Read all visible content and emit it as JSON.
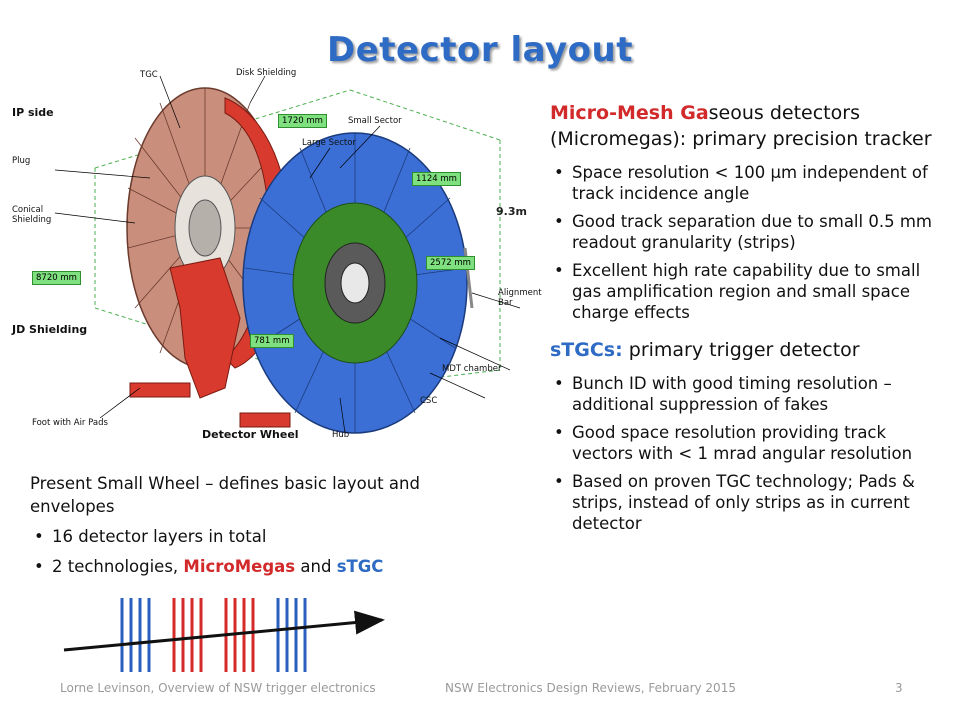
{
  "title": "Detector layout",
  "diagram": {
    "labels": {
      "tgc": "TGC",
      "disk_shielding": "Disk Shielding",
      "ip_side": "IP side",
      "plug": "Plug",
      "small_sector": "Small Sector",
      "large_sector": "Large Sector",
      "conical_shielding_1": "Conical",
      "conical_shielding_2": "Shielding",
      "jd_shielding": "JD Shielding",
      "alignment_bar_1": "Alignment",
      "alignment_bar_2": "Bar",
      "mdt_chamber": "MDT chamber",
      "csc": "CSC",
      "foot": "Foot with Air Pads",
      "detector_wheel": "Detector Wheel",
      "hub": "Hub"
    },
    "dimensions": {
      "d1720": "1720 mm",
      "d1124": "1124 mm",
      "d2572": "2572 mm",
      "d8720": "8720 mm",
      "d781": "781 mm"
    },
    "height_label": "9.3m"
  },
  "micromegas": {
    "head_red": "Micro-Mesh Ga",
    "head_rest": "seous detectors (Micromegas): primary precision tracker",
    "bullets": [
      "Space resolution < 100 µm independent of track incidence angle",
      "Good track separation due to small 0.5 mm readout granularity (strips)",
      "Excellent high rate capability due to small gas amplification region and small space charge effects"
    ]
  },
  "stgc": {
    "head_blue": "sTGCs:",
    "head_rest": " primary trigger detector",
    "bullets": [
      "Bunch ID with good timing resolution – additional suppression of fakes",
      "Good space resolution providing track vectors with < 1 mrad angular resolution",
      "Based on proven TGC technology; Pads & strips, instead of only strips as in current detector"
    ]
  },
  "small_wheel": {
    "intro": "Present Small Wheel – defines basic layout and envelopes",
    "bullet1": "16 detector layers in total",
    "bullet2_prefix": "2 technologies, ",
    "bullet2_mm": "MicroMegas",
    "bullet2_and": " and ",
    "bullet2_stgc": "sTGC"
  },
  "layers": {
    "colors": [
      "blue",
      "blue",
      "blue",
      "blue",
      "red",
      "red",
      "red",
      "red",
      "red",
      "red",
      "red",
      "red",
      "blue",
      "blue",
      "blue",
      "blue"
    ],
    "blue": "#2a5fc0",
    "red": "#d42a2a"
  },
  "footer": {
    "left": "Lorne Levinson, Overview of NSW trigger electronics",
    "center": "NSW Electronics Design Reviews, February 2015",
    "page": "3"
  }
}
